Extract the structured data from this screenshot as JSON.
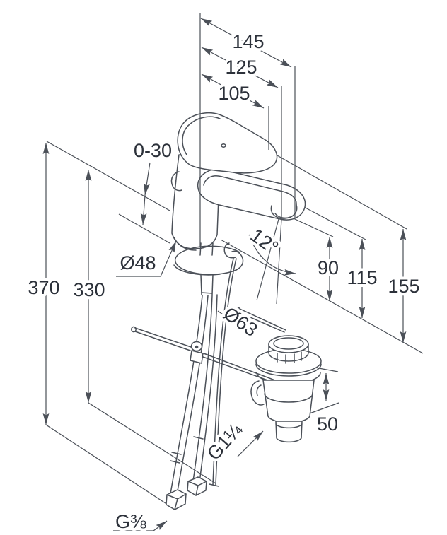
{
  "labels": {
    "d145": "145",
    "d125": "125",
    "d105": "105",
    "range_0_30": "0-30",
    "dia48": "Ø48",
    "d370": "370",
    "d330": "330",
    "angle12": "12°",
    "d90": "90",
    "d115": "115",
    "d155": "155",
    "dia63": "Ø63",
    "d50": "50",
    "thread_waste": "G1¼",
    "thread_supply": "G⅜"
  },
  "colors": {
    "line": "#4b5058",
    "text": "#2c313a",
    "background": "#ffffff"
  }
}
